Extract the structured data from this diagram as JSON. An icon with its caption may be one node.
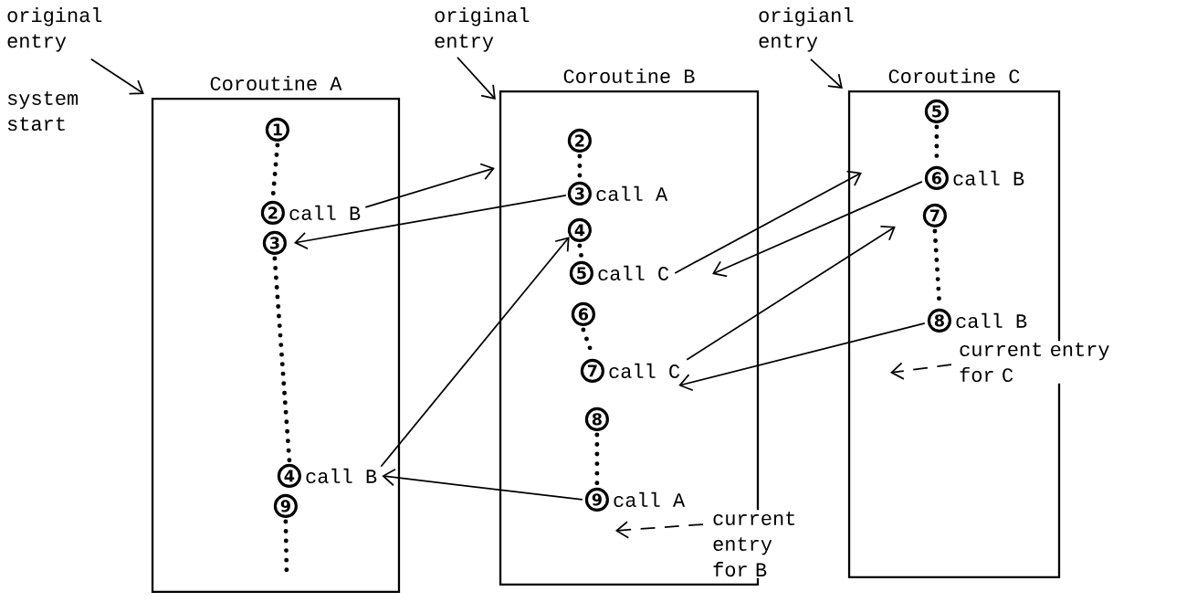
{
  "diagram": {
    "nodes": [
      {
        "text": [
          "original entry"
        ]
      },
      {
        "text": [
          "original entry"
        ]
      },
      {
        "text": [
          "origianl entry"
        ]
      },
      {
        "text": [
          "Coroutine A"
        ]
      },
      {
        "text": [
          "1"
        ],
        "in": 3
      },
      {
        "text": [
          "2"
        ],
        "in": 3,
        "beside": [
          "call B"
        ]
      },
      {
        "text": [
          "3"
        ],
        "in": 3
      },
      {
        "text": [
          "4"
        ],
        "in": 3,
        "beside": [
          "call B"
        ]
      },
      {
        "text": [
          "9"
        ],
        "in": 3
      },
      {
        "text": [
          "Coroutine B"
        ]
      },
      {
        "text": [
          "2"
        ],
        "in": 9
      },
      {
        "text": [
          "3"
        ],
        "in": 9,
        "beside": [
          "call A"
        ]
      },
      {
        "text": [
          "4"
        ],
        "in": 9
      },
      {
        "text": [
          "5"
        ],
        "in": 9,
        "beside": [
          "call C"
        ]
      },
      {
        "text": [
          "6"
        ],
        "in": 9
      },
      {
        "text": [
          "7"
        ],
        "in": 9,
        "beside": [
          "call C"
        ]
      },
      {
        "text": [
          "8"
        ],
        "in": 9
      },
      {
        "text": [
          "9"
        ],
        "in": 9,
        "beside": [
          "call A"
        ]
      },
      {
        "text": [
          "current entry for B"
        ]
      },
      {
        "text": [
          "Coroutine C"
        ]
      },
      {
        "text": [
          "5"
        ],
        "in": 19
      },
      {
        "text": [
          "6"
        ],
        "in": 19,
        "beside": [
          "call B"
        ]
      },
      {
        "text": [
          "7"
        ],
        "in": 19
      },
      {
        "text": [
          "8"
        ],
        "in": 19,
        "beside": [
          "call B"
        ]
      },
      {
        "text": [
          "current entry for C"
        ]
      }
    ],
    "edges": [
      {
        "from": 5,
        "to": 9,
        "arrow": "to"
      },
      {
        "from": 11,
        "to": 6,
        "arrow": "to"
      },
      {
        "from": 7,
        "to": 12,
        "arrow": "to"
      },
      {
        "from": 13,
        "to": 19,
        "arrow": "to"
      },
      {
        "from": 21,
        "to": null,
        "arrow": "to"
      },
      {
        "from": 15,
        "to": 22,
        "arrow": "to"
      },
      {
        "from": 23,
        "to": 15,
        "arrow": "to"
      },
      {
        "from": 17,
        "to": 7,
        "arrow": "to"
      },
      {
        "from": 4,
        "to": 5,
        "arrow": "none",
        "style": "dashed"
      },
      {
        "from": 6,
        "to": 7,
        "arrow": "none",
        "style": "dashed"
      },
      {
        "from": 8,
        "to": null,
        "arrow": "none",
        "style": "dashed"
      },
      {
        "from": 10,
        "to": 11,
        "arrow": "none",
        "style": "dashed"
      },
      {
        "from": 12,
        "to": 13,
        "arrow": "none",
        "style": "dashed"
      },
      {
        "from": 14,
        "to": 15,
        "arrow": "none",
        "style": "dashed"
      },
      {
        "from": 16,
        "to": 17,
        "arrow": "none",
        "style": "dashed"
      },
      {
        "from": 20,
        "to": 21,
        "arrow": "none",
        "style": "dashed"
      },
      {
        "from": 22,
        "to": 23,
        "arrow": "none",
        "style": "dashed"
      },
      {
        "from": 0,
        "to": 3,
        "arrow": "to"
      },
      {
        "from": 1,
        "to": 9,
        "arrow": "to"
      },
      {
        "from": 2,
        "to": 19,
        "arrow": "to"
      },
      {
        "from": 18,
        "to": 17,
        "arrow": "to",
        "style": "dashed"
      },
      {
        "from": 24,
        "to": null,
        "arrow": "to",
        "style": "dashed"
      }
    ],
    "labels": [
      "system start"
    ]
  }
}
